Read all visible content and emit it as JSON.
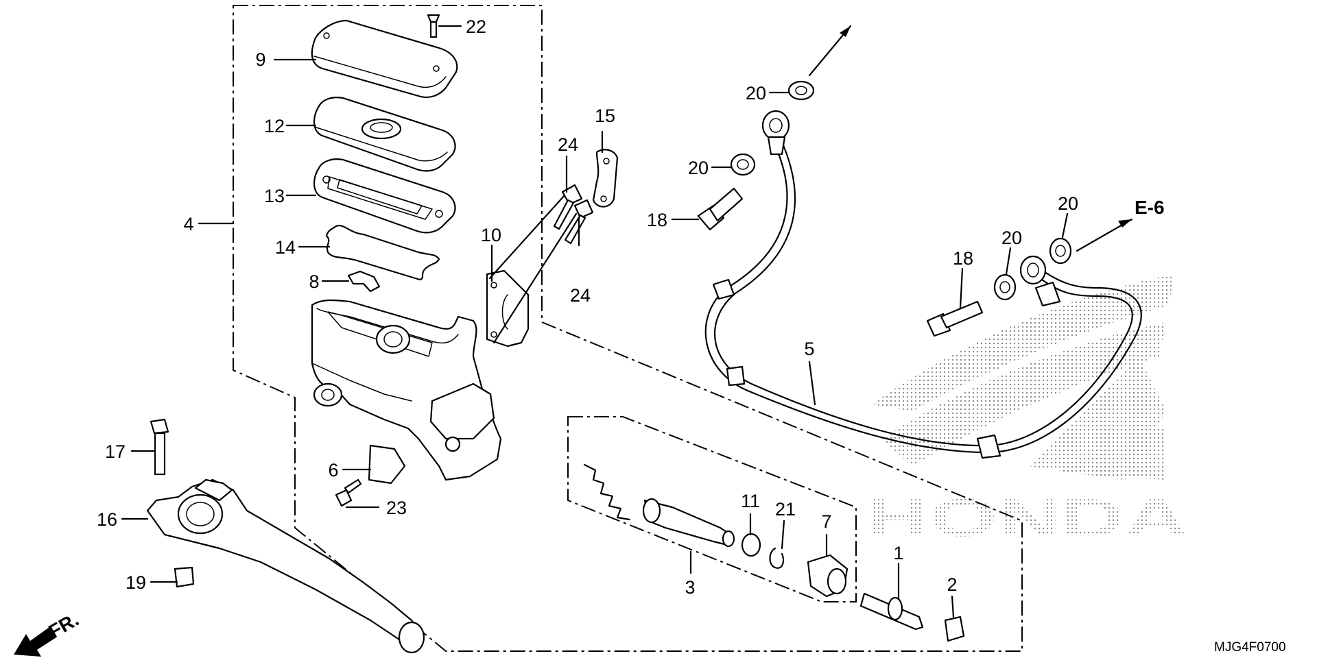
{
  "diagram": {
    "part_code": "MJG4F0700",
    "front_marker": "FR.",
    "reference_marker": "E-6",
    "watermark": "HONDA",
    "callouts": {
      "c1": "1",
      "c2": "2",
      "c3": "3",
      "c4": "4",
      "c5": "5",
      "c6": "6",
      "c7": "7",
      "c8": "8",
      "c9": "9",
      "c10": "10",
      "c11": "11",
      "c12": "12",
      "c13": "13",
      "c14": "14",
      "c15": "15",
      "c16": "16",
      "c17": "17",
      "c18a": "18",
      "c18b": "18",
      "c19": "19",
      "c20a": "20",
      "c20b": "20",
      "c20c": "20",
      "c20d": "20",
      "c21": "21",
      "c22": "22",
      "c23": "23",
      "c24a": "24",
      "c24b": "24"
    }
  }
}
